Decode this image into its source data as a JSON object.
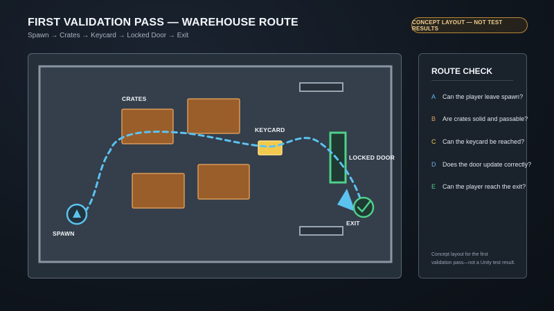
{
  "header": {
    "title": "FIRST VALIDATION PASS — WAREHOUSE ROUTE",
    "subtitle": "Spawn → Crates → Keycard → Locked Door → Exit"
  },
  "badge": {
    "label": "CONCEPT LAYOUT — NOT TEST RESULTS",
    "color": "#b9893a"
  },
  "map": {
    "labels": {
      "crates": "CRATES",
      "keycard": "KEYCARD",
      "locked_door": "LOCKED DOOR",
      "exit": "EXIT",
      "spawn": "SPAWN"
    },
    "colors": {
      "crate_fill": "#9a5e2b",
      "crate_stroke": "#d99a5a",
      "keycard": "#f2c94c",
      "door": "#4fd08a",
      "path": "#5cc3f0",
      "spawn": "#5cc3f0",
      "exit": "#4fd08a"
    },
    "icons": {
      "spawn": "triangle-up-icon",
      "exit": "check-circle-icon",
      "player_direction": "arrow-head-icon"
    }
  },
  "route_check": {
    "title": "ROUTE CHECK",
    "items": [
      {
        "letter": "A",
        "text": "Can the player leave spawn?",
        "color": "#5cc3f0"
      },
      {
        "letter": "B",
        "text": "Are crates solid and passable?",
        "color": "#e0a060"
      },
      {
        "letter": "C",
        "text": "Can the keycard be reached?",
        "color": "#f2c94c"
      },
      {
        "letter": "D",
        "text": "Does the door update correctly?",
        "color": "#6fb6e8"
      },
      {
        "letter": "E",
        "text": "Can the player reach the exit?",
        "color": "#4fd08a"
      }
    ],
    "note_line1": "Concept layout for the first",
    "note_line2": "validation pass—not a Unity test result."
  }
}
